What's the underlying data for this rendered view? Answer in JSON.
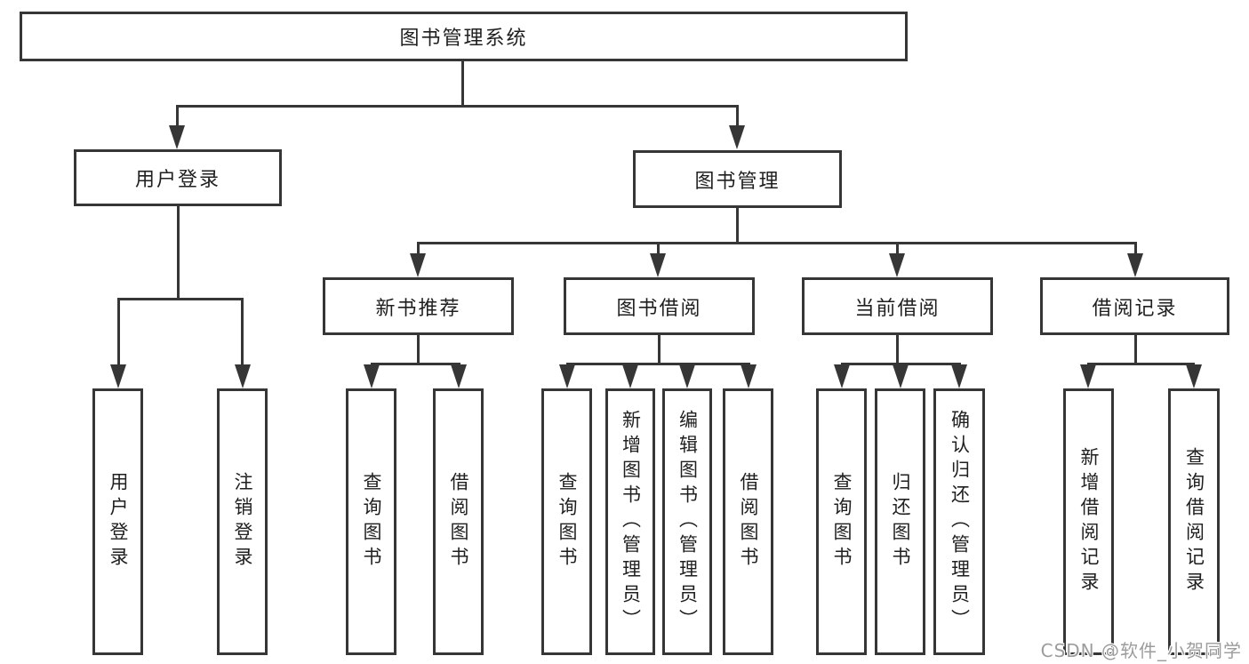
{
  "colors": {
    "line": "#363636",
    "box_border": "#363636",
    "box_background": "#ffffff",
    "text": "#1f1f1f",
    "watermark": "#9c9c9c"
  },
  "watermark": {
    "text": "CSDN @软件_小贺同学"
  },
  "tree": {
    "label": "图书管理系统",
    "children": [
      {
        "label": "用户登录",
        "children": [
          {
            "label": "用户登录"
          },
          {
            "label": "注销登录"
          }
        ]
      },
      {
        "label": "图书管理",
        "children": [
          {
            "label": "新书推荐",
            "children": [
              {
                "label": "查询图书"
              },
              {
                "label": "借阅图书"
              }
            ]
          },
          {
            "label": "图书借阅",
            "children": [
              {
                "label": "查询图书"
              },
              {
                "label": "新增图书（管理员）"
              },
              {
                "label": "编辑图书（管理员）"
              },
              {
                "label": "借阅图书"
              }
            ]
          },
          {
            "label": "当前借阅",
            "children": [
              {
                "label": "查询图书"
              },
              {
                "label": "归还图书"
              },
              {
                "label": "确认归还（管理员）"
              }
            ]
          },
          {
            "label": "借阅记录",
            "children": [
              {
                "label": "新增借阅记录"
              },
              {
                "label": "查询借阅记录"
              }
            ]
          }
        ]
      }
    ]
  }
}
